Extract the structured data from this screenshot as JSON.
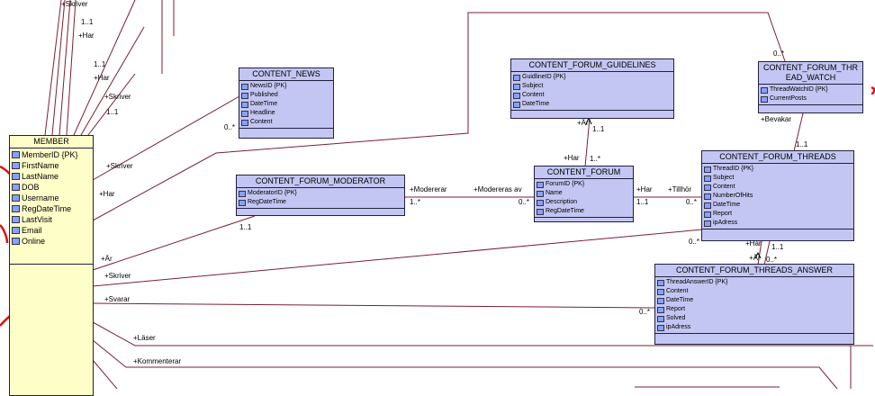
{
  "classes": {
    "member": {
      "name": "MEMBER",
      "attributes": [
        "MemberID {PK}",
        "FirstName",
        "LastName",
        "DOB",
        "Username",
        "RegDateTime",
        "LastVisit",
        "Email",
        "Online"
      ]
    },
    "content_news": {
      "name": "CONTENT_NEWS",
      "attributes": [
        "NewsID {PK}",
        "Published",
        "DateTime",
        "Headline",
        "Content"
      ]
    },
    "forum_moderator": {
      "name": "CONTENT_FORUM_MODERATOR",
      "attributes": [
        "ModeratorID {PK}",
        "RegDateTime"
      ]
    },
    "forum_guidelines": {
      "name": "CONTENT_FORUM_GUIDELINES",
      "attributes": [
        "GuidlineID {PK}",
        "Subject",
        "Content",
        "DateTime"
      ]
    },
    "forum": {
      "name": "CONTENT_FORUM",
      "attributes": [
        "ForumID {PK}",
        "Name",
        "Description",
        "RegDateTime"
      ]
    },
    "thread_watch": {
      "name_line1": "CONTENT_FORUM_THR",
      "name_line2": "EAD_WATCH",
      "attributes": [
        "ThreadWatchID {PK}",
        "CurrentPosts"
      ]
    },
    "forum_threads": {
      "name": "CONTENT_FORUM_THREADS",
      "attributes": [
        "ThreadID {PK}",
        "Subject",
        "Content",
        "NumberOfHits",
        "DateTime",
        "Report",
        "ipAdress"
      ]
    },
    "threads_answer": {
      "name": "CONTENT_FORUM_THREADS_ANSWER",
      "attributes": [
        "ThreadAnswerID {PK}",
        "Content",
        "DateTime",
        "Report",
        "Solved",
        "ipAdress"
      ]
    }
  },
  "labels": {
    "l01": "+Skriver",
    "l02": "1..1",
    "l03": "+Har",
    "l04": "1..1",
    "l05": "+Har",
    "l06": "+Skriver",
    "l07": "1..1",
    "l08": "0..*",
    "l09": "+Skriver",
    "l10": "+Har",
    "l11": "+Modererar",
    "l12": "1..*",
    "l13": "+Modereras av",
    "l14": "0..*",
    "l15": "1..1",
    "l16": "+Är",
    "l17": "+Skriver",
    "l18": "+Svarar",
    "l19": "+Läser",
    "l20": "+Kommenterar",
    "l21": "+Är",
    "l22": "1..1",
    "l23": "+Har",
    "l24": "1..*",
    "l25": "+Har",
    "l26": "+Tillhör",
    "l27": "1..1",
    "l28": "0..*",
    "l29": "0..*",
    "l30": "+Bevakar",
    "l31": "1..1",
    "l32": "0..*",
    "l33": "+Har",
    "l34": "+Är",
    "l35": "1..1",
    "l36": "0..*",
    "l37": "0..*"
  },
  "colors": {
    "class_fill": "#c3c6f2",
    "member_fill": "#fefec9",
    "line": "#7a1f33",
    "annotation": "#e01010"
  }
}
